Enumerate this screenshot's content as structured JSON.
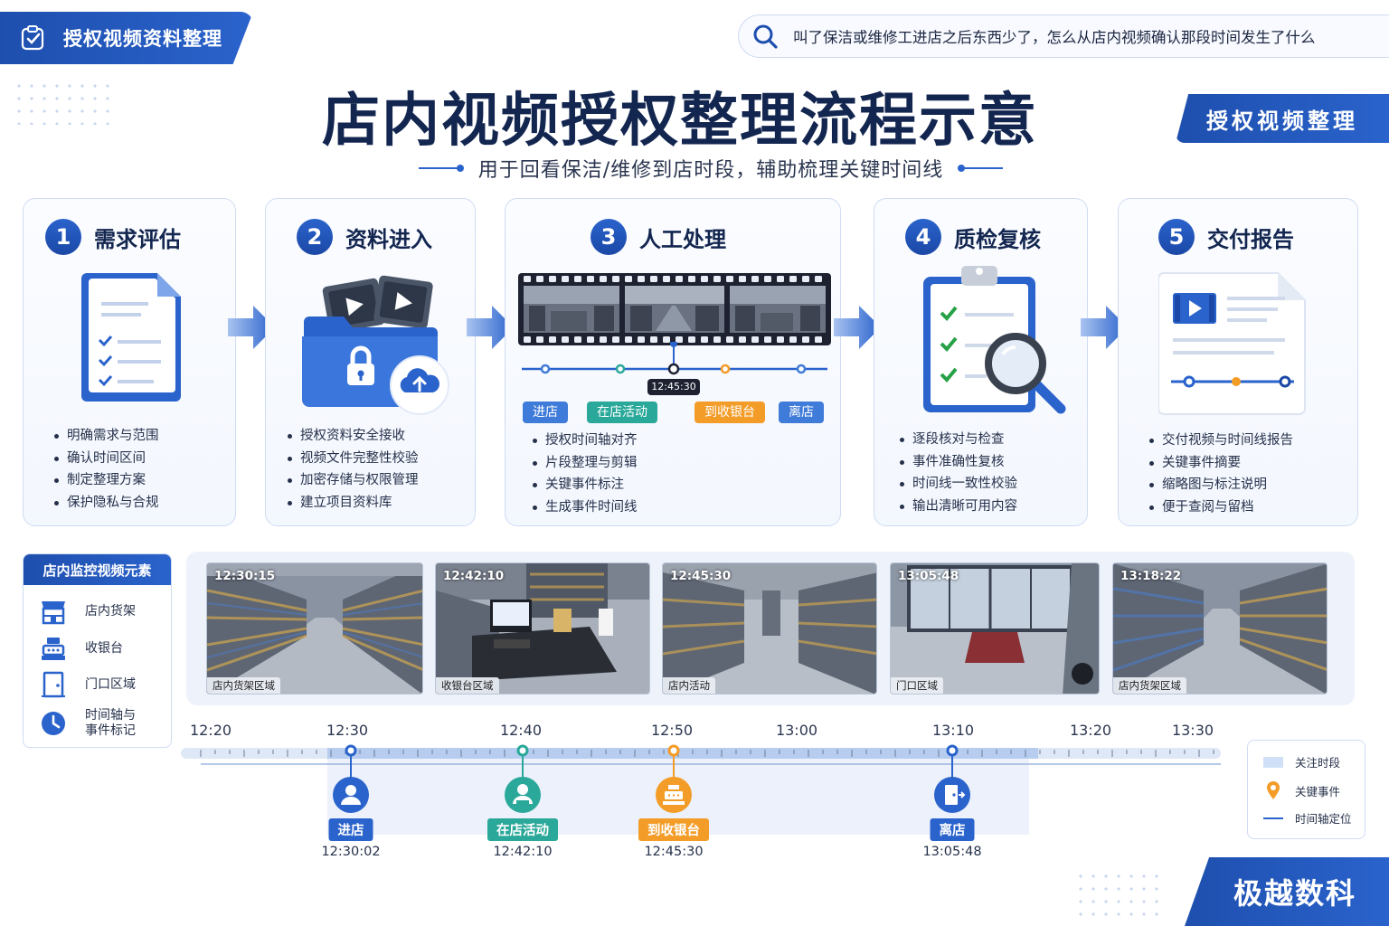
{
  "header": {
    "brand_tag": "授权视频资料整理",
    "question": "叫了保洁或维修工进店之后东西少了，怎么从店内视频确认那段时间发生了什么",
    "title": "店内视频授权整理流程示意",
    "subtitle": "用于回看保洁/维修到店时段，辅助梳理关键时间线",
    "right_tag": "授权视频整理"
  },
  "steps": [
    {
      "num": "1",
      "title": "需求评估",
      "icon": "document-checklist-icon",
      "bullets": [
        "明确需求与范围",
        "确认时间区间",
        "制定整理方案",
        "保护隐私与合规"
      ]
    },
    {
      "num": "2",
      "title": "资料进入",
      "icon": "locked-folder-upload-icon",
      "bullets": [
        "授权资料安全接收",
        "视频文件完整性校验",
        "加密存储与权限管理",
        "建立项目资料库"
      ]
    },
    {
      "num": "3",
      "title": "人工处理",
      "icon": "film-strip-icon",
      "film_time": "12:45:30",
      "tags": [
        {
          "label": "进店",
          "color": "#3f7bd8"
        },
        {
          "label": "在店活动",
          "color": "#2aa89a"
        },
        {
          "label": "到收银台",
          "color": "#f39c28"
        },
        {
          "label": "离店",
          "color": "#3f7bd8"
        }
      ],
      "bullets": [
        "授权时间轴对齐",
        "片段整理与剪辑",
        "关键事件标注",
        "生成事件时间线"
      ]
    },
    {
      "num": "4",
      "title": "质检复核",
      "icon": "clipboard-magnifier-icon",
      "bullets": [
        "逐段核对与检查",
        "事件准确性复核",
        "时间线一致性校验",
        "输出清晰可用内容"
      ]
    },
    {
      "num": "5",
      "title": "交付报告",
      "icon": "report-document-icon",
      "bullets": [
        "交付视频与时间线报告",
        "关键事件摘要",
        "缩略图与标注说明",
        "便于查阅与留档"
      ]
    }
  ],
  "elements": {
    "title": "店内监控视频元素",
    "items": [
      {
        "label": "店内货架",
        "icon": "store-shelf-icon"
      },
      {
        "label": "收银台",
        "icon": "cash-register-icon"
      },
      {
        "label": "门口区域",
        "icon": "door-icon"
      },
      {
        "label": "时间轴与\n事件标记",
        "icon": "clock-icon"
      }
    ]
  },
  "thumbnails": [
    {
      "time": "12:30:15",
      "area": "店内货架区域"
    },
    {
      "time": "12:42:10",
      "area": "收银台区域"
    },
    {
      "time": "12:45:30",
      "area": "店内活动"
    },
    {
      "time": "13:05:48",
      "area": "门口区域"
    },
    {
      "time": "13:18:22",
      "area": "店内货架区域"
    }
  ],
  "timeline": {
    "ticks": [
      "12:20",
      "12:30",
      "12:40",
      "12:50",
      "13:00",
      "13:10",
      "13:20",
      "13:30"
    ],
    "events": [
      {
        "label": "进店",
        "time": "12:30:02",
        "color": "#2a63cc",
        "icon": "person-icon"
      },
      {
        "label": "在店活动",
        "time": "12:42:10",
        "color": "#2aa89a",
        "icon": "person-activity-icon"
      },
      {
        "label": "到收银台",
        "time": "12:45:30",
        "color": "#f39c28",
        "icon": "cash-register-icon"
      },
      {
        "label": "离店",
        "time": "13:05:48",
        "color": "#2a63cc",
        "icon": "exit-door-icon"
      }
    ]
  },
  "legend": {
    "items": [
      "关注时段",
      "关键事件",
      "时间轴定位"
    ]
  },
  "footer": {
    "brand": "极越数科"
  },
  "colors": {
    "primary": "#2a63cc",
    "dark": "#132650",
    "teal": "#2aa89a",
    "orange": "#f39c28"
  }
}
